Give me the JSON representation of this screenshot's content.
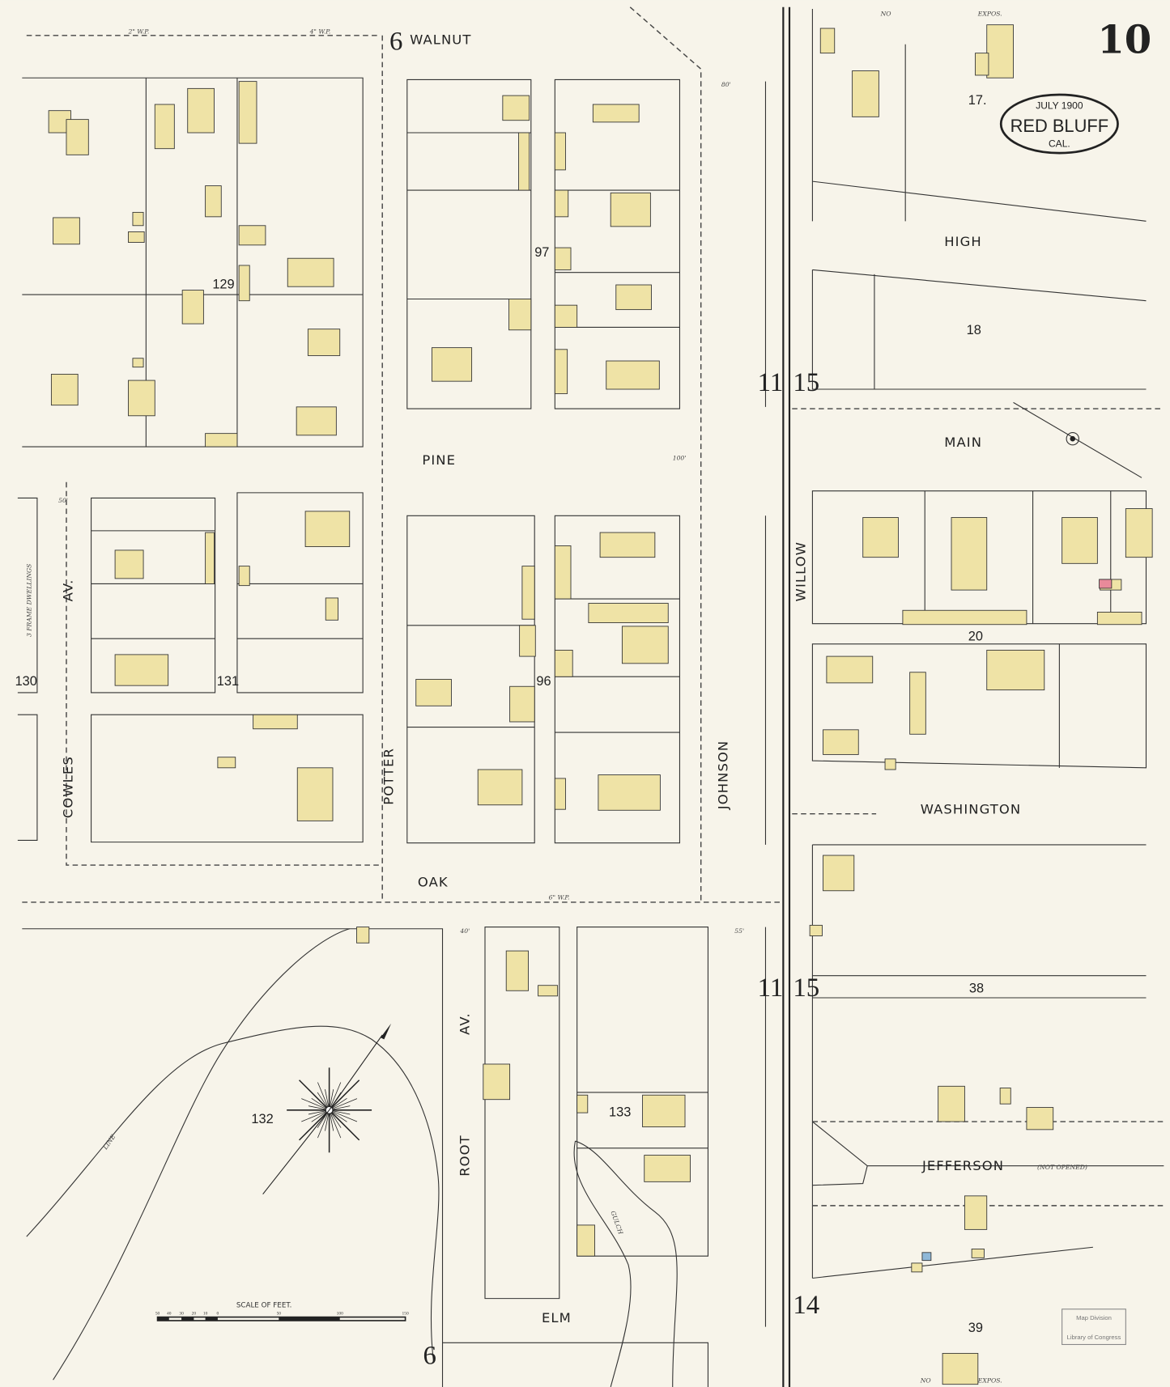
{
  "sheet": {
    "page_number": "10",
    "stamp": {
      "date": "JULY 1900",
      "city": "RED BLUFF",
      "state": "CAL."
    },
    "library_stamp": {
      "line1": "Map Division",
      "line2": "Library of Congress"
    }
  },
  "streets": {
    "walnut": "WALNUT",
    "pine": "PINE",
    "oak": "OAK",
    "elm": "ELM",
    "potter": "POTTER",
    "johnson": "JOHNSON",
    "cowles": "COWLES",
    "cowles_av": "AV.",
    "root": "ROOT",
    "root_av": "AV.",
    "willow": "WILLOW",
    "high": "HIGH",
    "main": "MAIN",
    "washington": "WASHINGTON",
    "jefferson": "JEFFERSON",
    "jefferson_note": "(NOT OPENED)"
  },
  "blocks": [
    "129",
    "97",
    "131",
    "96",
    "130",
    "132",
    "133",
    "17.",
    "18",
    "20",
    "38",
    "39"
  ],
  "sheet_refs": {
    "walnut_ref": "6",
    "bottom_ref": "6",
    "ref_11_top": "11",
    "ref_15_top": "15",
    "ref_11_bottom": "11",
    "ref_15_bottom": "15",
    "ref_14": "14"
  },
  "annotations": {
    "no_expos_top": "NO",
    "expos_top": "EXPOS.",
    "no_expos_bottom": "NO",
    "expos_bottom": "EXPOS.",
    "frame_dwellings": "3 FRAME DWELLINGS",
    "water_pipe_4": "4\" W.P.",
    "water_pipe_2": "2\" W.P.",
    "water_pipe_6": "6\" W.P.",
    "width_80": "80'",
    "width_100": "100'",
    "width_40": "40'",
    "width_50": "50'",
    "width_55": "55'",
    "creek": "GULCH",
    "line": "LINE"
  },
  "scale": {
    "title": "SCALE OF FEET.",
    "ticks": [
      "50",
      "40",
      "30",
      "20",
      "10",
      "0",
      "50",
      "100",
      "150"
    ]
  },
  "colors": {
    "paper": "#f7f4ea",
    "frame_building": "#efe3a6",
    "brick": "#e88a9a",
    "stone_iron": "#8fb8d8",
    "ink": "#222222"
  }
}
